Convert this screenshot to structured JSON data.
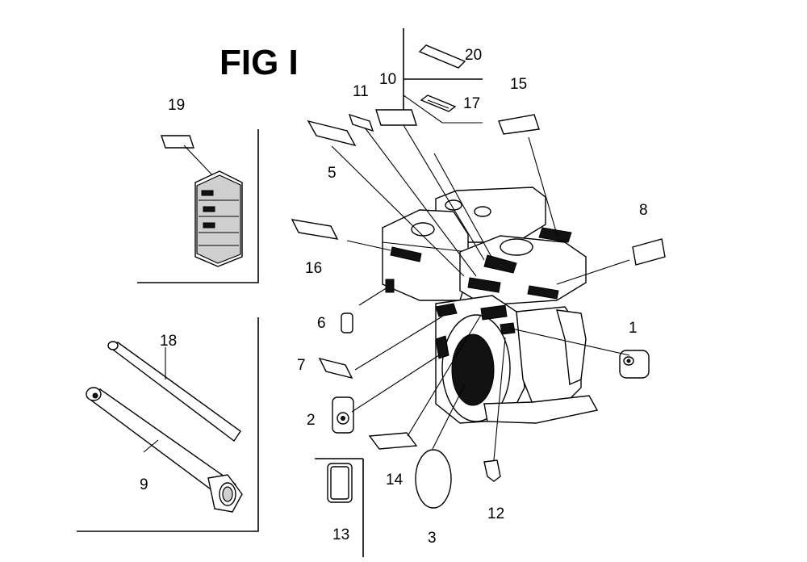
{
  "figure": {
    "title": "FIG I"
  },
  "callouts": {
    "c1": "1",
    "c2": "2",
    "c3": "3",
    "c5": "5",
    "c6": "6",
    "c7": "7",
    "c8": "8",
    "c9": "9",
    "c10": "10",
    "c11": "11",
    "c12": "12",
    "c13": "13",
    "c14": "14",
    "c15": "15",
    "c16": "16",
    "c17": "17",
    "c18": "18",
    "c19": "19",
    "c20": "20"
  }
}
